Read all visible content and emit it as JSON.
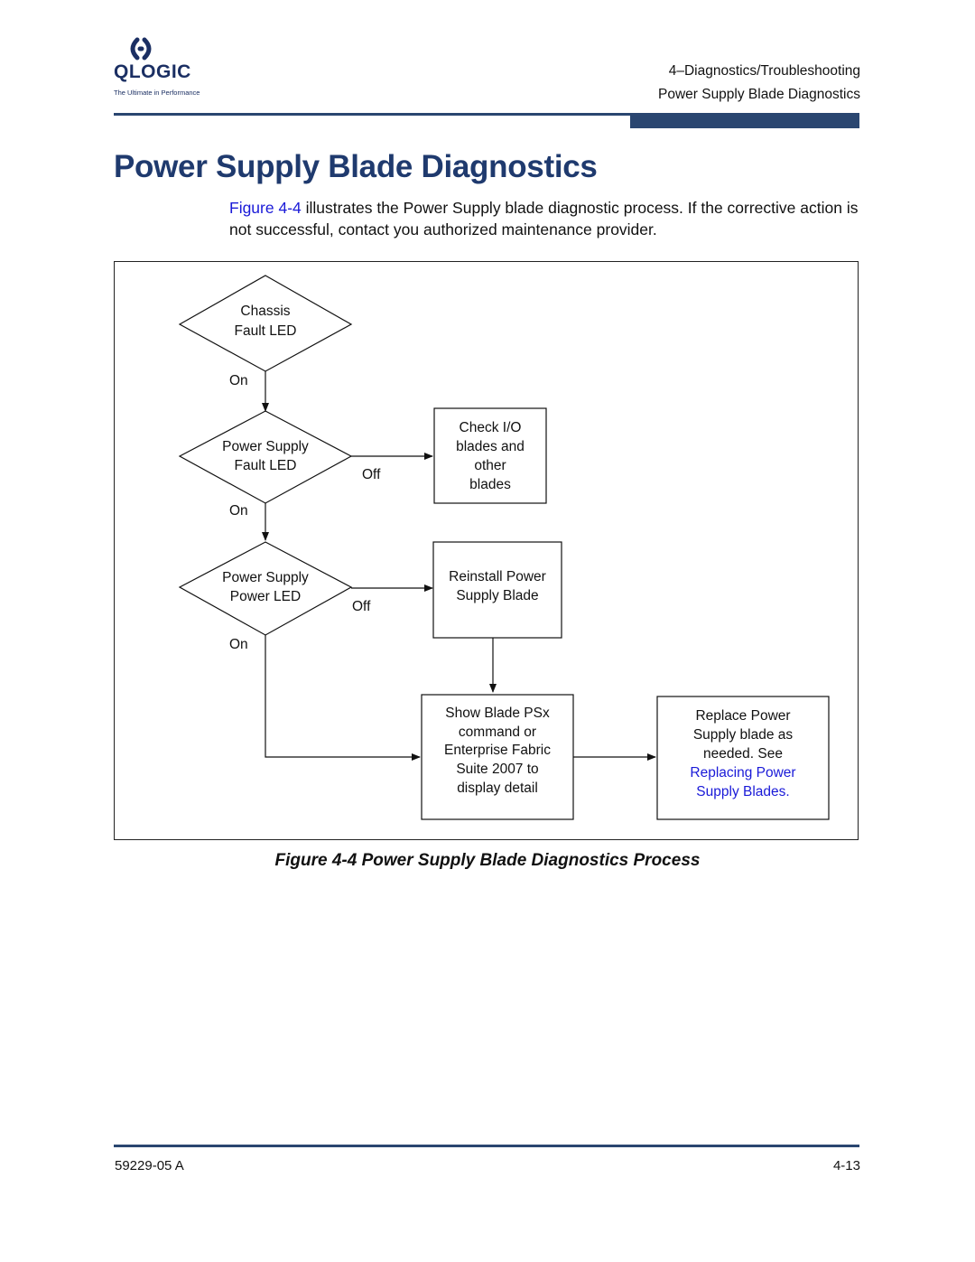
{
  "header": {
    "logo_word": "QLOGIC",
    "logo_tagline": "The Ultimate in Performance",
    "section": "4–Diagnostics/Troubleshooting",
    "subsection": "Power Supply Blade Diagnostics"
  },
  "title": "Power Supply Blade Diagnostics",
  "intro": {
    "xref": "Figure 4-4",
    "text": " illustrates the Power Supply blade diagnostic process. If the corrective action is not successful, contact you authorized maintenance provider."
  },
  "flowchart": {
    "decision_chassis": [
      "Chassis",
      "Fault LED"
    ],
    "label_on_1": "On",
    "decision_ps_fault": [
      "Power Supply",
      "Fault LED"
    ],
    "label_off_1": "Off",
    "box_check_io": [
      "Check I/O",
      "blades and",
      "other",
      "blades"
    ],
    "label_on_2": "On",
    "decision_ps_power": [
      "Power Supply",
      "Power LED"
    ],
    "label_off_2": "Off",
    "box_reinstall": [
      "Reinstall Power",
      "Supply Blade"
    ],
    "label_on_3": "On",
    "box_show": [
      "Show Blade PSx",
      "command or",
      "Enterprise Fabric",
      "Suite 2007 to",
      "display detail"
    ],
    "box_replace": [
      "Replace Power",
      "Supply blade as",
      "needed. See"
    ],
    "box_replace_link": [
      "Replacing Power",
      "Supply Blades."
    ]
  },
  "caption": "Figure 4-4  Power Supply Blade Diagnostics Process",
  "footer": {
    "doc_number": "59229-05  A",
    "page": "4-13"
  },
  "colors": {
    "brand_navy": "#1f3a6e",
    "rule": "#2a4670",
    "link": "#1a1ad8"
  }
}
